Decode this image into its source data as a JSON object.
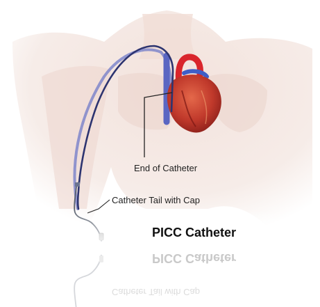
{
  "labels": {
    "end_of_catheter": "End of Catheter",
    "catheter_tail": "Catheter Tail with Cap",
    "title": "PICC Catheter"
  },
  "colors": {
    "skin": "#f4e4de",
    "vein": "#6f79c8",
    "catheter": "#2d3470",
    "heart": "#c0392b",
    "artery": "#d9252c"
  }
}
